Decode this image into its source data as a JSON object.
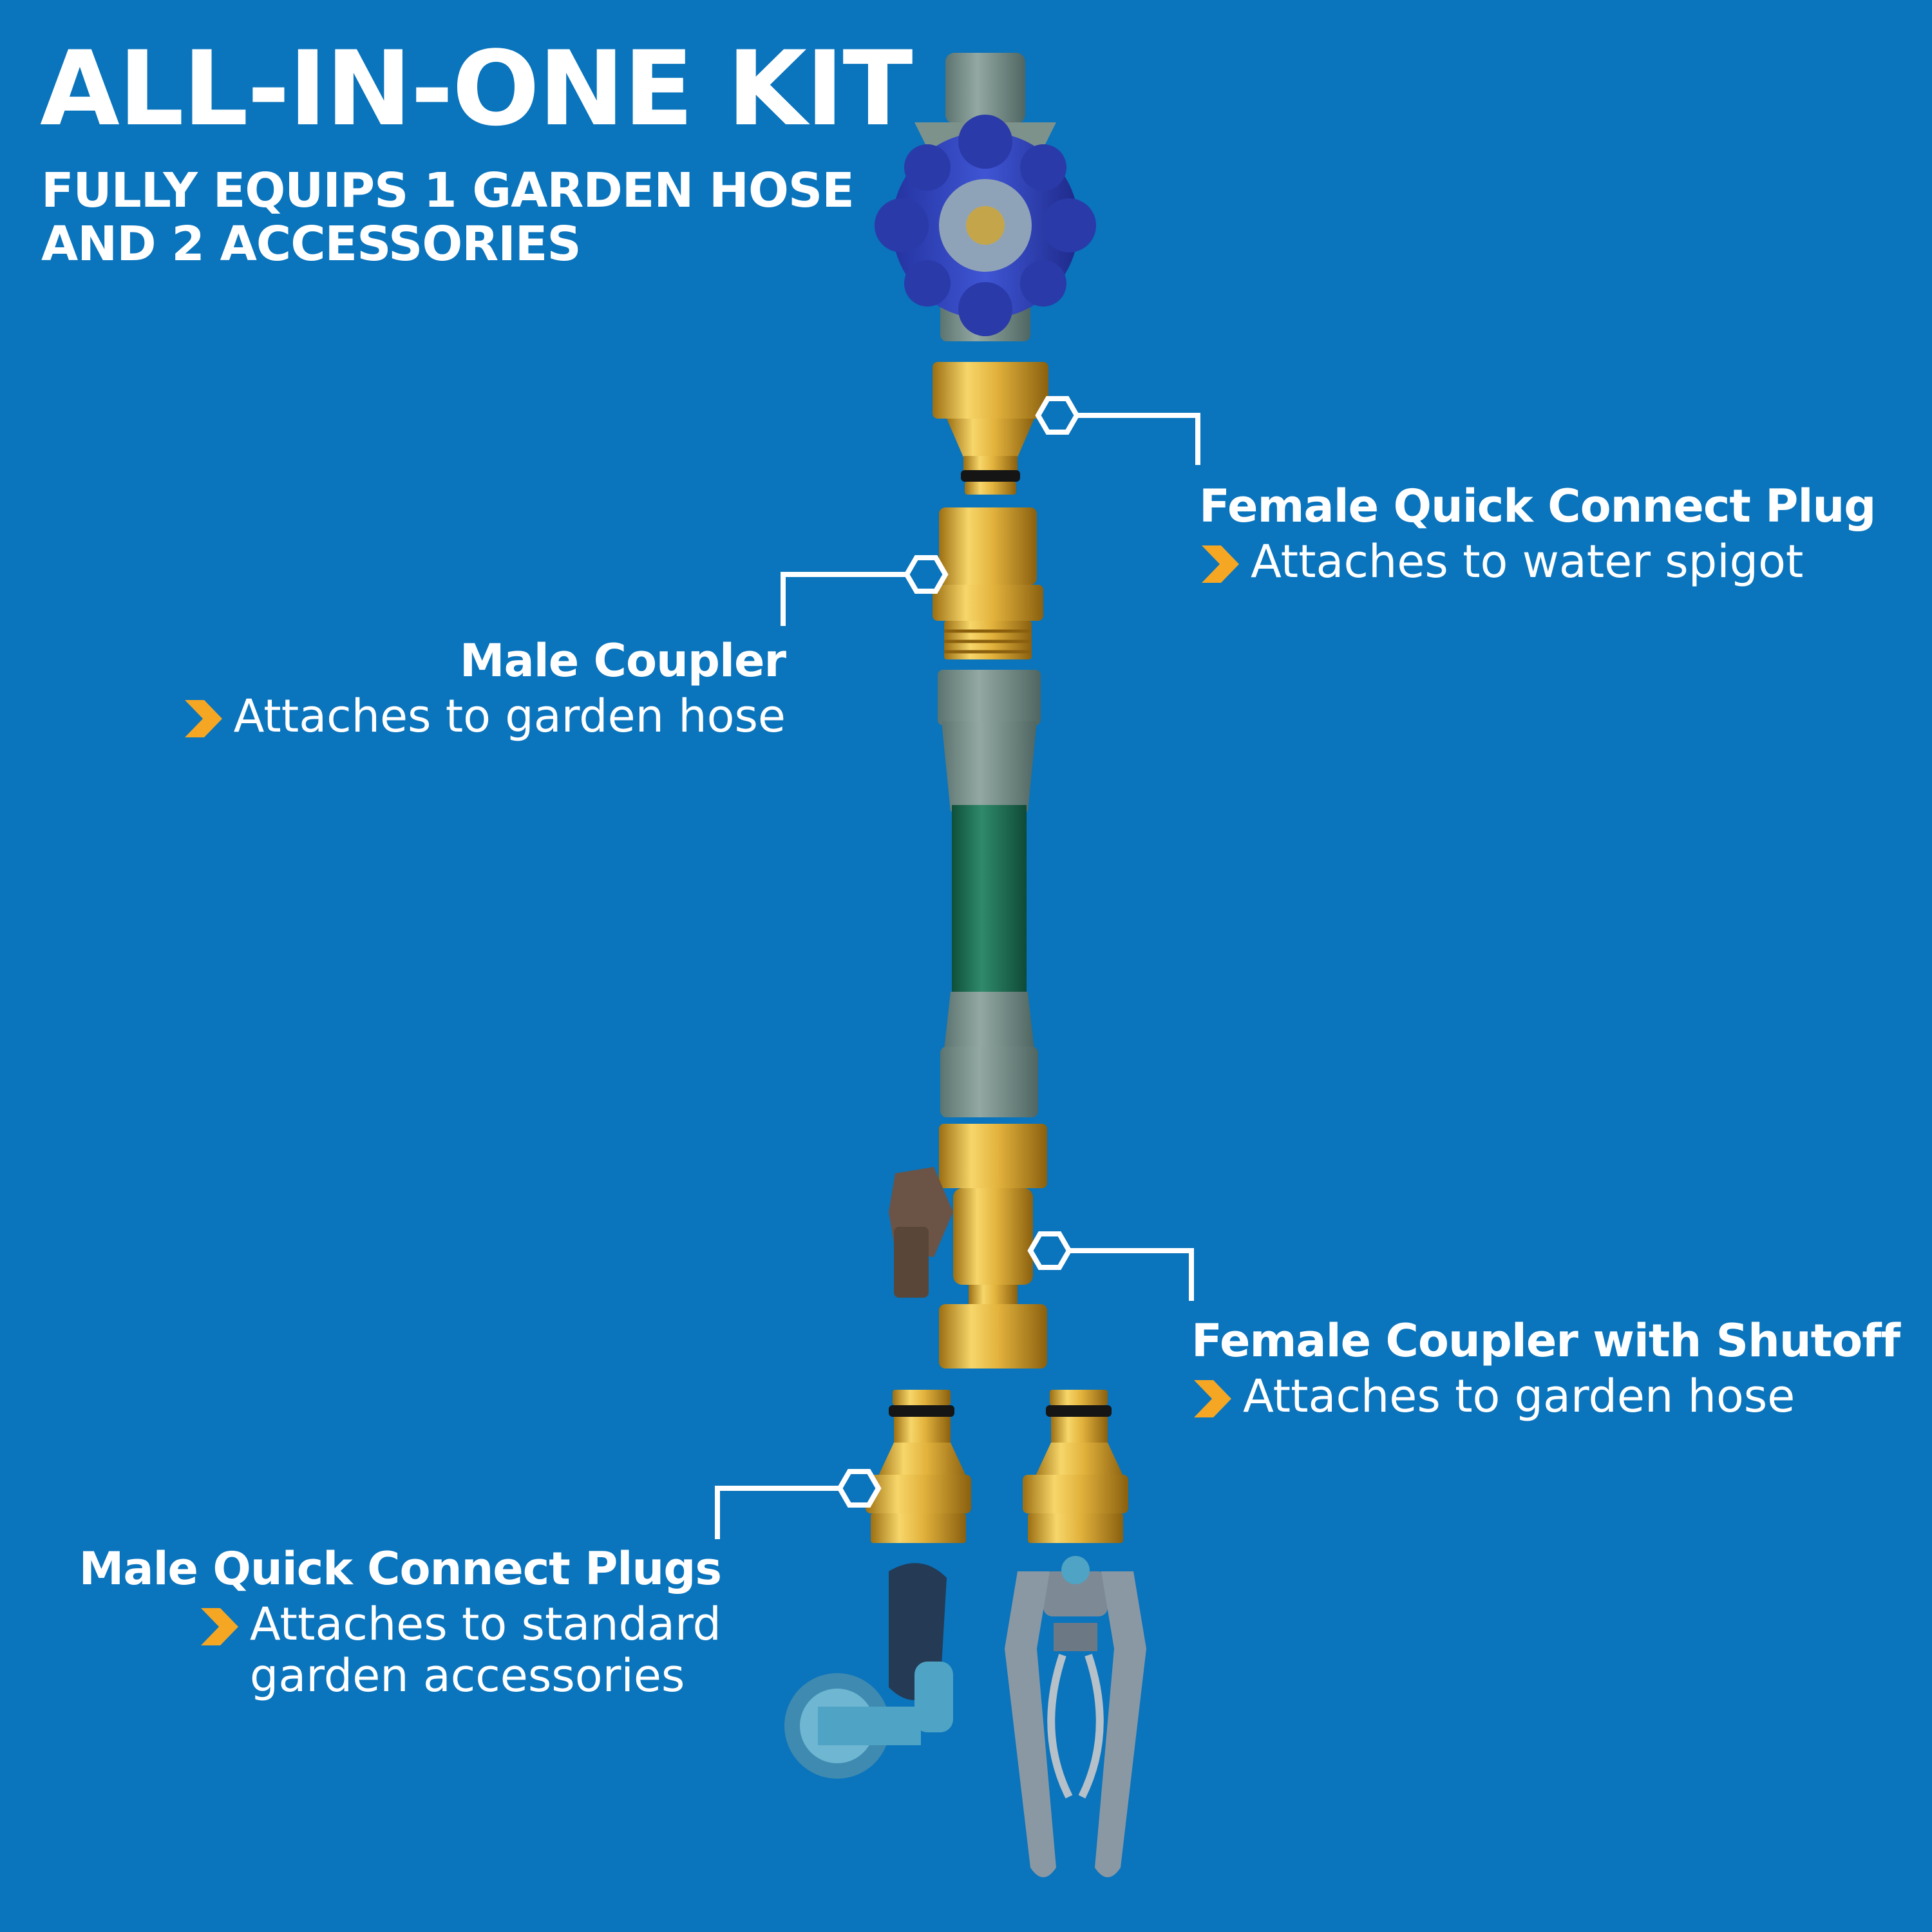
{
  "header": {
    "title": "ALL-IN-ONE KIT",
    "subtitle_line1": "FULLY EQUIPS 1 GARDEN HOSE",
    "subtitle_line2": "AND 2 ACCESSORIES"
  },
  "callouts": {
    "female_quick_connect": {
      "name": "Female Quick Connect Plug",
      "desc": "Attaches to water spigot"
    },
    "male_coupler": {
      "name": "Male Coupler",
      "desc": "Attaches to garden hose"
    },
    "female_coupler_shutoff": {
      "name": "Female Coupler with Shutoff",
      "desc": "Attaches to garden hose"
    },
    "male_quick_connect": {
      "name": "Male Quick Connect Plugs",
      "desc_line1": "Attaches to standard",
      "desc_line2": "garden accessories"
    }
  },
  "colors": {
    "background": "#0a74bc",
    "accent": "#f5a623",
    "brass": "#e0b43a",
    "text": "#ffffff"
  },
  "icons": [
    "chevron-right-icon",
    "hexagon-marker-icon"
  ]
}
